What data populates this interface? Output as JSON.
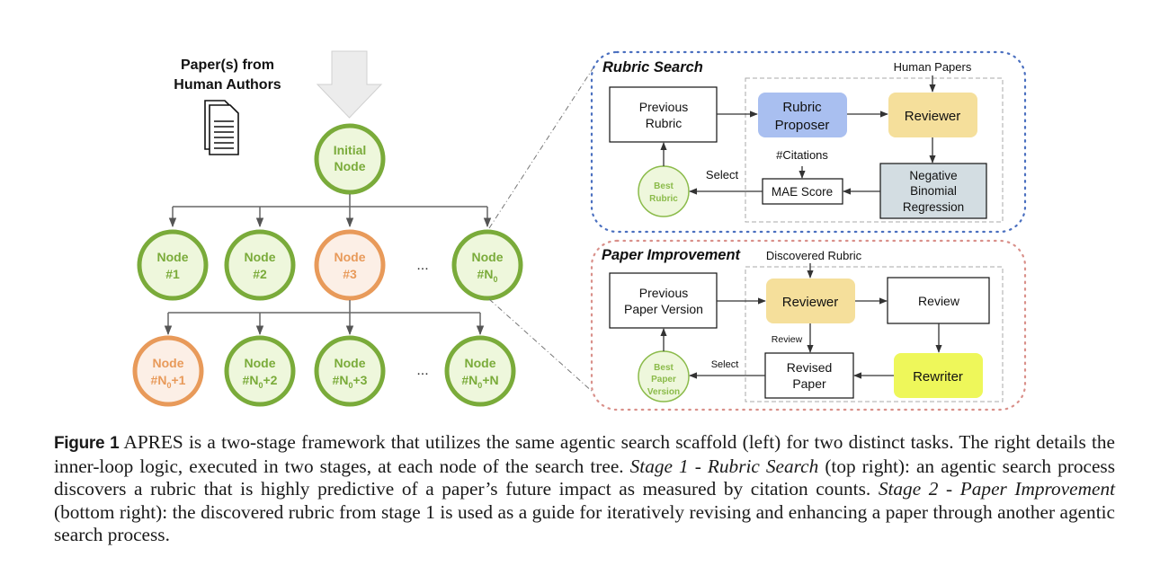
{
  "left": {
    "input_label_line1": "Paper(s) from",
    "input_label_line2": "Human Authors",
    "initial_node": [
      "Initial",
      "Node"
    ],
    "level1_nodes": [
      {
        "line1": "Node",
        "line2": "#1",
        "state": "green"
      },
      {
        "line1": "Node",
        "line2": "#2",
        "state": "green"
      },
      {
        "line1": "Node",
        "line2": "#3",
        "state": "orange"
      },
      {
        "line1": "Node",
        "line2": "#N",
        "sub": "0",
        "post": "",
        "state": "green"
      }
    ],
    "level2_nodes": [
      {
        "line1": "Node",
        "line2": "#N",
        "sub": "0",
        "post": "+1",
        "state": "orange"
      },
      {
        "line1": "Node",
        "line2": "#N",
        "sub": "0",
        "post": "+2",
        "state": "green"
      },
      {
        "line1": "Node",
        "line2": "#N",
        "sub": "0",
        "post": "+3",
        "state": "green"
      },
      {
        "line1": "Node",
        "line2": "#N",
        "sub": "0",
        "post": "+N",
        "state": "green"
      }
    ],
    "ellipsis": "..."
  },
  "rubric_search": {
    "title": "Rubric Search",
    "human_papers": "Human Papers",
    "previous_rubric": [
      "Previous",
      "Rubric"
    ],
    "rubric_proposer": [
      "Rubric",
      "Proposer"
    ],
    "reviewer": "Reviewer",
    "citations": "#Citations",
    "select": "Select",
    "mae_score": "MAE Score",
    "best_rubric": [
      "Best",
      "Rubric"
    ],
    "regression": [
      "Negative",
      "Binomial",
      "Regression"
    ]
  },
  "paper_improvement": {
    "title": "Paper Improvement",
    "discovered_rubric": "Discovered Rubric",
    "previous_paper": [
      "Previous",
      "Paper Version"
    ],
    "reviewer": "Reviewer",
    "review_box": "Review",
    "review_label": "Review",
    "select": "Select",
    "revised_paper": [
      "Revised",
      "Paper"
    ],
    "rewriter": "Rewriter",
    "best_paper": [
      "Best",
      "Paper",
      "Version"
    ]
  },
  "colors": {
    "green_stroke": "#7aab3a",
    "green_fill": "#eef7dc",
    "green_text": "#7aab3a",
    "orange_stroke": "#e89a5a",
    "orange_fill": "#fcefe6",
    "orange_text": "#e89a5a",
    "proposer_fill": "#a9bff0",
    "reviewer_fill": "#f5df9b",
    "regression_fill": "#d3dde2",
    "rewriter_fill": "#eef75a",
    "rubric_border": "#4a6fbf",
    "paper_border": "#d9908a"
  },
  "caption": {
    "label": "Figure 1",
    "part1": " APRES is a two-stage framework that utilizes the same agentic search scaffold (left) for two distinct tasks. The right details the inner-loop logic, executed in two stages, at each node of the search tree. ",
    "stage1": "Stage 1 - Rubric Search",
    "part2": " (top right): an agentic search process discovers a rubric that is highly predictive of a paper’s future impact as measured by citation counts. ",
    "stage2": "Stage 2 - Paper Improvement",
    "part3": " (bottom right): the discovered rubric from stage 1 is used as a guide for iteratively revising and enhancing a paper through another agentic search process."
  }
}
